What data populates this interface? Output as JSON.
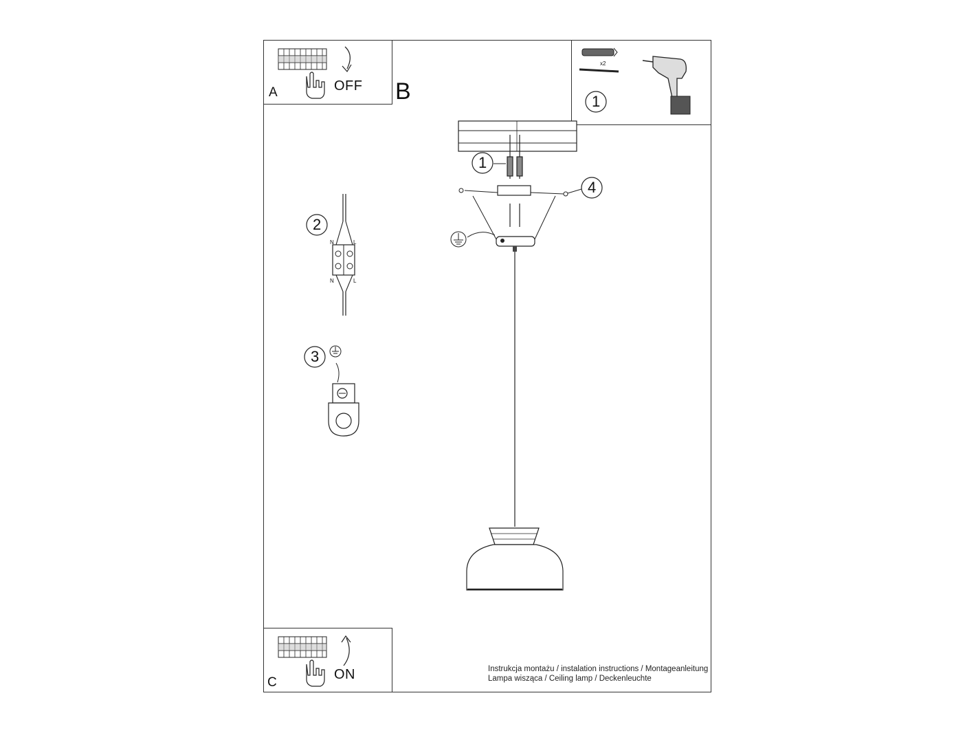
{
  "panels": {
    "a": {
      "letter": "A",
      "state": "OFF"
    },
    "b": {
      "letter": "B"
    },
    "c": {
      "letter": "C",
      "state": "ON"
    }
  },
  "tools": {
    "quantity": "x2",
    "step": "1"
  },
  "callouts": {
    "anchor": "1",
    "connector": "2",
    "ground": "3",
    "screw": "4"
  },
  "wiring": {
    "neutral": "N",
    "live": "L"
  },
  "footer": {
    "line1": "Instrukcja montażu / instalation instructions / Montageanleitung",
    "line2": "Lampa wisząca / Ceiling lamp / Deckenleuchte"
  },
  "icons": [
    "breaker-panel-icon",
    "hand-icon",
    "drill-icon",
    "wall-plug-icon",
    "earth-ground-icon"
  ]
}
